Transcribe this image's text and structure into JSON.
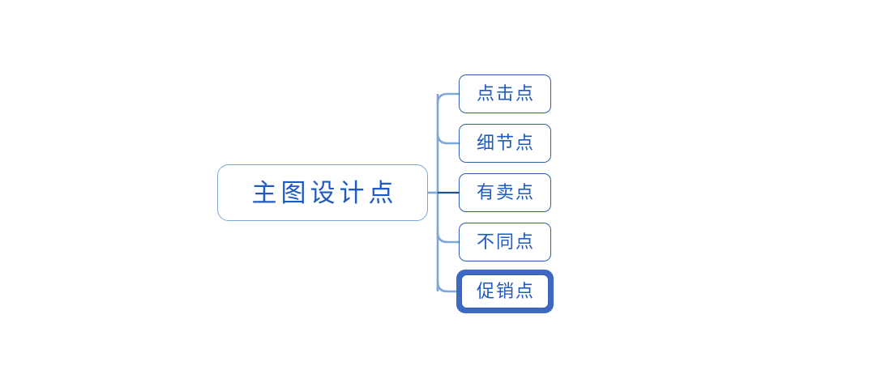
{
  "diagram": {
    "type": "mind-map",
    "orientation": "left-to-right",
    "background_color": "#ffffff",
    "root": {
      "label": "主图设计点",
      "text_color": "#1f5bbf",
      "border_color": "#7ba6d8",
      "fill_color": "#ffffff"
    },
    "branch_line_color": "#7da7d9",
    "active_branch_line_color": "#1a5490",
    "selection_color": "#3f68c4",
    "children": [
      {
        "label": "点击点",
        "selected": false,
        "text_color": "#1f5bbf",
        "border_color": "#2f62ab"
      },
      {
        "label": "细节点",
        "selected": false,
        "text_color": "#1f5bbf",
        "border_color": "#2f62ab"
      },
      {
        "label": "有卖点",
        "selected": false,
        "text_color": "#1f5bbf",
        "border_color": "#2f62ab"
      },
      {
        "label": "不同点",
        "selected": false,
        "text_color": "#1f5bbf",
        "border_color": "#2f62ab"
      },
      {
        "label": "促销点",
        "selected": true,
        "text_color": "#1f5bbf",
        "border_color": "#2f62ab"
      }
    ]
  }
}
